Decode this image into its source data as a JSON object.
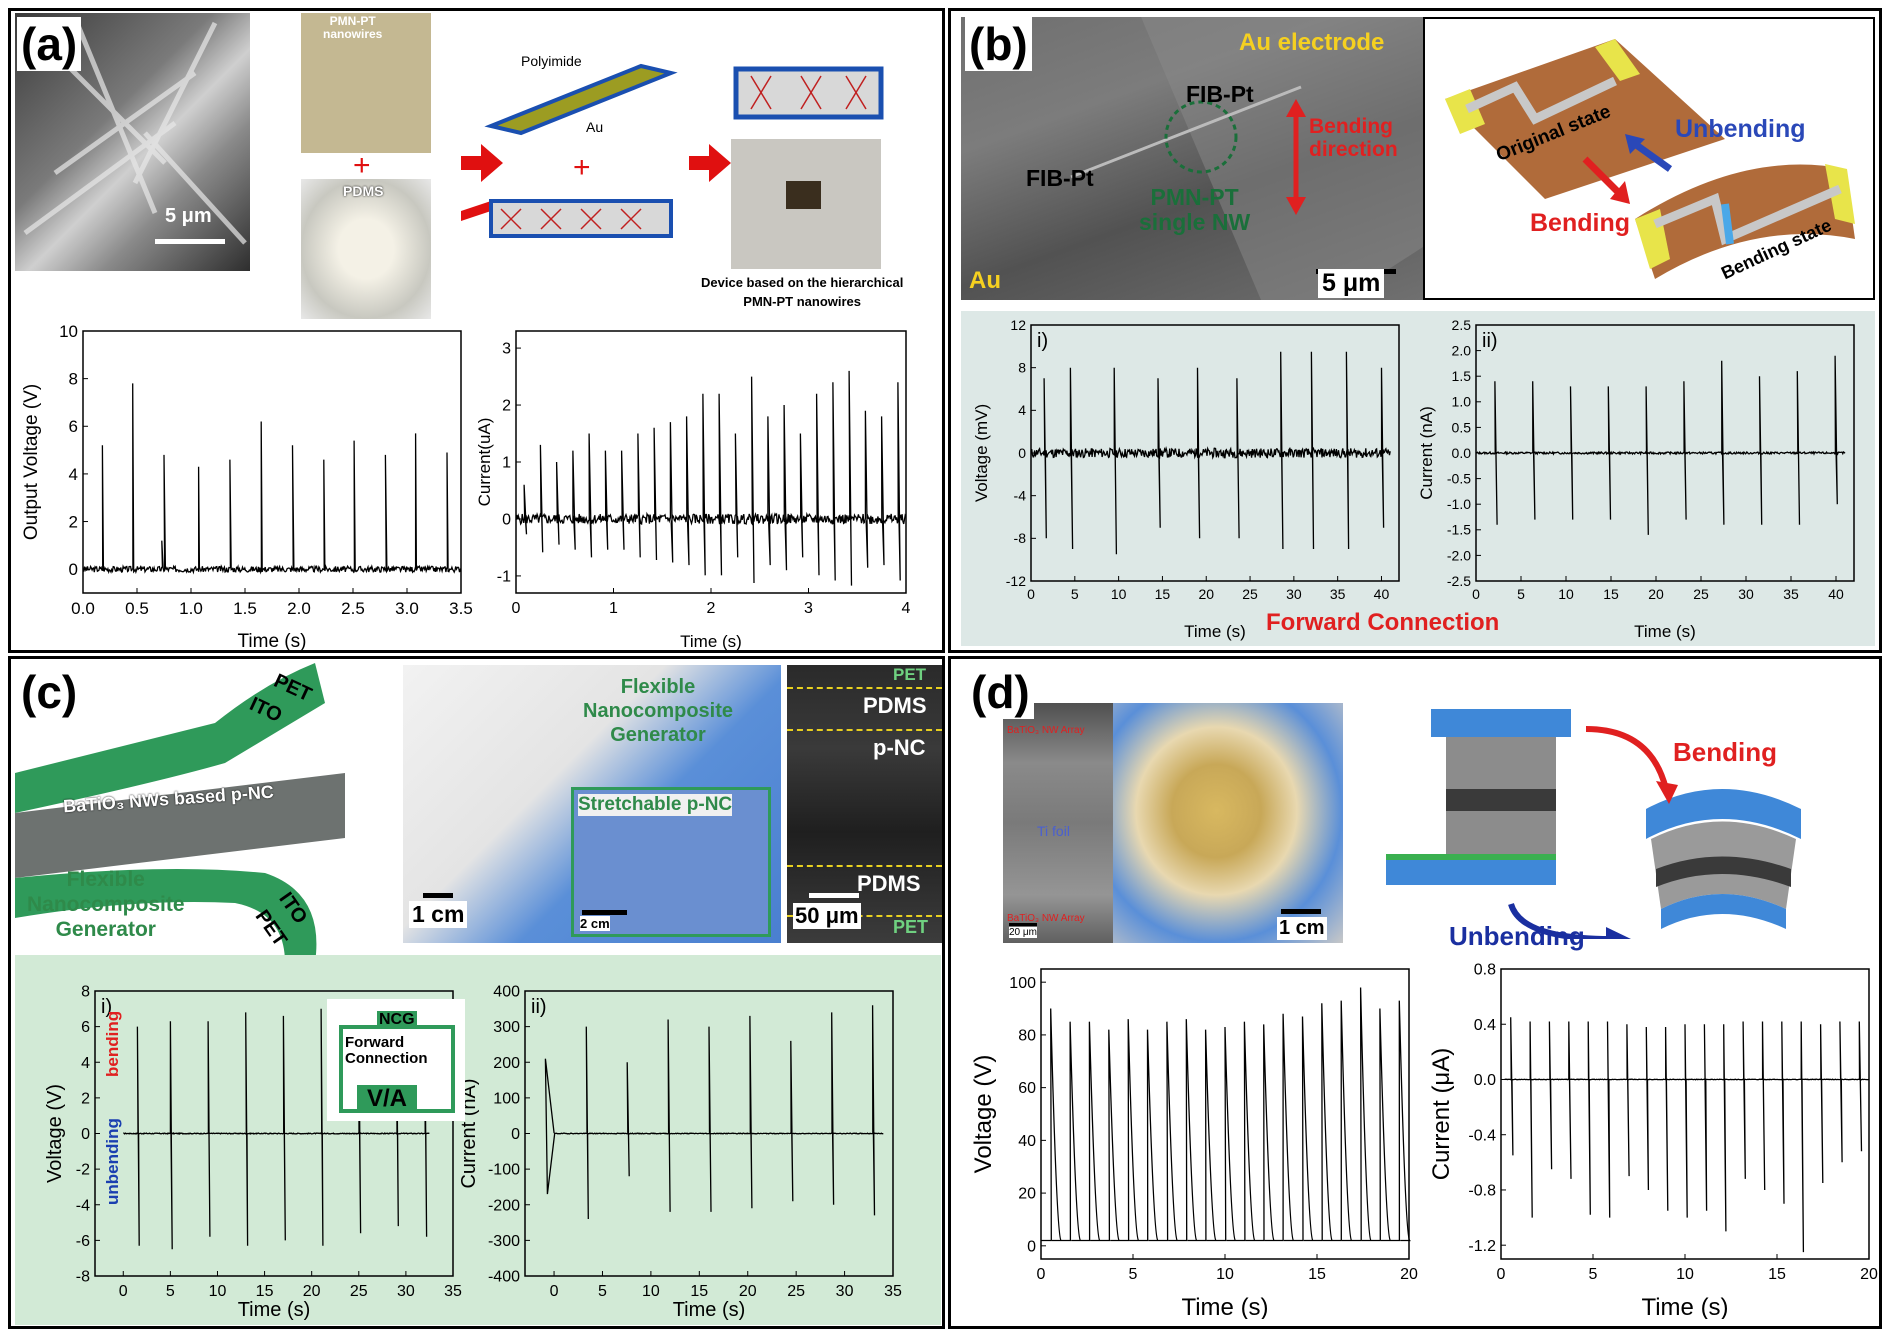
{
  "panels": {
    "a": {
      "label": "(a)",
      "sem_scale": "5 μm",
      "nw_label": "PMN-PT\nnanowires",
      "pdms_label": "PDMS",
      "polyimide": "Polyimide",
      "au": "Au",
      "plus": "+",
      "device_caption": "Device based on the hierarchical\nPMN-PT nanowires"
    },
    "b": {
      "label": "(b)",
      "au_electrode": "Au electrode",
      "fib1": "FIB-Pt",
      "fib2": "FIB-Pt",
      "bending_direction": "Bending\ndirection",
      "pmnpt": "PMN-PT\nsingle NW",
      "au": "Au",
      "scale": "5 μm",
      "original_state": "Original state",
      "unbending": "Unbending",
      "bending": "Bending",
      "bending_state": "Bending state",
      "forward": "Forward Connection"
    },
    "c": {
      "label": "(c)",
      "pet_top": "PET",
      "ito_top": "ITO",
      "nw_layer": "BaTiO₃ NWs based p-NC",
      "flex_gen": "Flexible\nNanocomposite\nGenerator",
      "ito_bottom": "ITO",
      "pet_bottom": "PET",
      "photo_flex": "Flexible\nNanocomposite\nGenerator",
      "stretchable": "Stretchable p-NC",
      "scale_1cm": "1 cm",
      "scale_2cm": "2 cm",
      "pet1": "PET",
      "pdms1": "PDMS",
      "pnc": "p-NC",
      "pdms2": "PDMS",
      "scale_50": "50 μm",
      "pet2": "PET",
      "inset_ncg": "NCG",
      "inset_forward": "Forward\nConnection",
      "inset_va": "V/A",
      "bending": "bending",
      "unbending": "unbending"
    },
    "d": {
      "label": "(d)",
      "nw_array_top": "BaTiO₃ NW Array",
      "ti_foil": "Ti foil",
      "nw_array_bottom": "BaTiO₃ NW Array",
      "scale_20": "20 μm",
      "scale_1cm": "1 cm",
      "bending": "Bending",
      "unbending": "Unbending"
    }
  },
  "chart_data": [
    {
      "id": "a-voltage",
      "type": "line",
      "xlabel": "Time (s)",
      "ylabel": "Output Voltage (V)",
      "xlim": [
        0,
        3.5
      ],
      "ylim": [
        -1,
        10
      ],
      "xticks": [
        "0.0",
        "0.5",
        "1.0",
        "1.5",
        "2.0",
        "2.5",
        "3.0",
        "3.5"
      ],
      "yticks": [
        "0",
        "2",
        "4",
        "6",
        "8",
        "10"
      ],
      "peaks_x": [
        0.18,
        0.46,
        0.73,
        0.75,
        1.07,
        1.36,
        1.65,
        1.94,
        2.23,
        2.51,
        2.8,
        3.08,
        3.37
      ],
      "peaks_y": [
        5.2,
        7.8,
        1.2,
        4.8,
        4.3,
        4.6,
        6.2,
        5.2,
        4.6,
        5.4,
        4.8,
        5.7,
        4.9
      ]
    },
    {
      "id": "a-current",
      "type": "line",
      "xlabel": "Time (s)",
      "ylabel": "Current(uA)",
      "xlim": [
        0,
        4
      ],
      "ylim": [
        -1.3,
        3.3
      ],
      "xticks": [
        "0",
        "1",
        "2",
        "3",
        "4"
      ],
      "yticks": [
        "-1",
        "0",
        "1",
        "2",
        "3"
      ]
    },
    {
      "id": "b-voltage",
      "type": "line",
      "panel_tag": "i)",
      "xlabel": "Time (s)",
      "ylabel": "Voltage (mV)",
      "xlim": [
        0,
        42
      ],
      "ylim": [
        -12,
        12
      ],
      "xticks": [
        "0",
        "5",
        "10",
        "15",
        "20",
        "25",
        "30",
        "35",
        "40"
      ],
      "yticks": [
        "-12",
        "-8",
        "-4",
        "0",
        "4",
        "8",
        "12"
      ],
      "peaks_x": [
        1.5,
        4.5,
        9.5,
        14.5,
        19,
        23.5,
        28.5,
        32,
        36,
        40
      ],
      "peaks_y": [
        7,
        8,
        8,
        7,
        8,
        7,
        9.5,
        9.5,
        9.5,
        8
      ],
      "troughs_y": [
        -8,
        -9,
        -9.5,
        -7,
        -8,
        -8,
        -9,
        -9,
        -9,
        -7
      ]
    },
    {
      "id": "b-current",
      "type": "line",
      "panel_tag": "ii)",
      "xlabel": "Time (s)",
      "ylabel": "Current (nA)",
      "xlim": [
        0,
        42
      ],
      "ylim": [
        -2.5,
        2.5
      ],
      "xticks": [
        "0",
        "5",
        "10",
        "15",
        "20",
        "25",
        "30",
        "35",
        "40"
      ],
      "yticks": [
        "-2.5",
        "-2.0",
        "-1.5",
        "-1.0",
        "-0.5",
        "0.0",
        "0.5",
        "1.0",
        "1.5",
        "2.0",
        "2.5"
      ],
      "peaks_y": [
        1.4,
        1.4,
        1.3,
        1.3,
        1.3,
        1.4,
        1.8,
        1.5,
        1.6,
        1.9
      ],
      "troughs_y": [
        -1.4,
        -1.3,
        -1.3,
        -1.3,
        -1.6,
        -1.3,
        -1.4,
        -1.4,
        -1.4,
        -1.0
      ]
    },
    {
      "id": "c-voltage",
      "type": "line",
      "panel_tag": "i)",
      "xlabel": "Time (s)",
      "ylabel": "Voltage (V)",
      "xlim": [
        -3,
        35
      ],
      "ylim": [
        -8,
        8
      ],
      "xticks": [
        "0",
        "5",
        "10",
        "15",
        "20",
        "25",
        "30",
        "35"
      ],
      "yticks": [
        "-8",
        "-6",
        "-4",
        "-2",
        "0",
        "2",
        "4",
        "6",
        "8"
      ],
      "peaks_x": [
        1.5,
        5,
        9,
        13,
        17,
        21,
        25,
        29,
        32
      ],
      "peaks_y": [
        6,
        6.3,
        6.3,
        6.8,
        6.6,
        7,
        6.5,
        6.3,
        6.3
      ],
      "troughs_y": [
        -6.3,
        -6.5,
        -5.8,
        -6.3,
        -6,
        -6.3,
        -5.6,
        -5.2,
        -5.8
      ]
    },
    {
      "id": "c-current",
      "type": "line",
      "panel_tag": "ii)",
      "xlabel": "Time (s)",
      "ylabel": "Current (nA)",
      "xlim": [
        -3,
        35
      ],
      "ylim": [
        -400,
        400
      ],
      "xticks": [
        "0",
        "5",
        "10",
        "15",
        "20",
        "25",
        "30",
        "35"
      ],
      "yticks": [
        "-400",
        "-300",
        "-200",
        "-100",
        "0",
        "100",
        "200",
        "300",
        "400"
      ],
      "peaks_y": [
        210,
        300,
        200,
        320,
        300,
        330,
        260,
        340,
        360
      ],
      "troughs_y": [
        -170,
        -240,
        -120,
        -220,
        -220,
        -210,
        -190,
        -200,
        -230
      ]
    },
    {
      "id": "d-voltage",
      "type": "line",
      "xlabel": "Time (s)",
      "ylabel": "Voltage (V)",
      "xlim": [
        0,
        20
      ],
      "ylim": [
        -5,
        105
      ],
      "xticks": [
        "0",
        "5",
        "10",
        "15",
        "20"
      ],
      "yticks": [
        "0",
        "20",
        "40",
        "60",
        "80",
        "100"
      ],
      "peaks_y": [
        90,
        85,
        85,
        82,
        86,
        82,
        85,
        86,
        82,
        83,
        85,
        84,
        88,
        87,
        92,
        93,
        98,
        90,
        93
      ]
    },
    {
      "id": "d-current",
      "type": "line",
      "xlabel": "Time (s)",
      "ylabel": "Current (μA)",
      "xlim": [
        0,
        20
      ],
      "ylim": [
        -1.3,
        0.8
      ],
      "xticks": [
        "0",
        "5",
        "10",
        "15",
        "20"
      ],
      "yticks": [
        "-1.2",
        "-0.8",
        "-0.4",
        "0.0",
        "0.4",
        "0.8"
      ],
      "peaks_y": [
        0.45,
        0.42,
        0.42,
        0.42,
        0.42,
        0.42,
        0.4,
        0.38,
        0.38,
        0.4,
        0.4,
        0.4,
        0.42,
        0.42,
        0.42,
        0.42,
        0.4,
        0.42,
        0.42
      ],
      "troughs_y": [
        -0.55,
        -1.0,
        -0.65,
        -0.72,
        -0.98,
        -1.0,
        -0.7,
        -0.8,
        -0.95,
        -1.0,
        -0.95,
        -1.1,
        -0.72,
        -0.8,
        -0.9,
        -1.25,
        -0.75,
        -0.6,
        -0.52
      ]
    }
  ]
}
